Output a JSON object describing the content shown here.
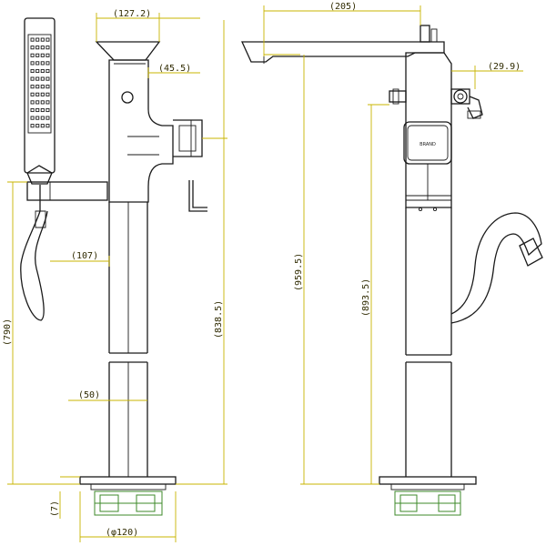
{
  "drawing": {
    "colors": {
      "outline": "#1a1a1a",
      "dimension": "#c8b400",
      "dimension_text": "#2f2a00",
      "base_detail": "#3d8a2a"
    },
    "front_view": {
      "dimensions": {
        "top_width": "(127.2)",
        "diverter_offset": "(45.5)",
        "bracket_offset": "(107)",
        "column_width": "(50)",
        "base_diameter": "(φ120)",
        "plate_thickness": "(7)",
        "hose_height": "(790)",
        "total_height": "(838.5)"
      }
    },
    "side_view": {
      "brand_label": "BRAND",
      "dimensions": {
        "spout_reach": "(205)",
        "valve_offset": "(29.9)",
        "total_height": "(959.5)",
        "spout_height": "(893.5)"
      }
    }
  }
}
